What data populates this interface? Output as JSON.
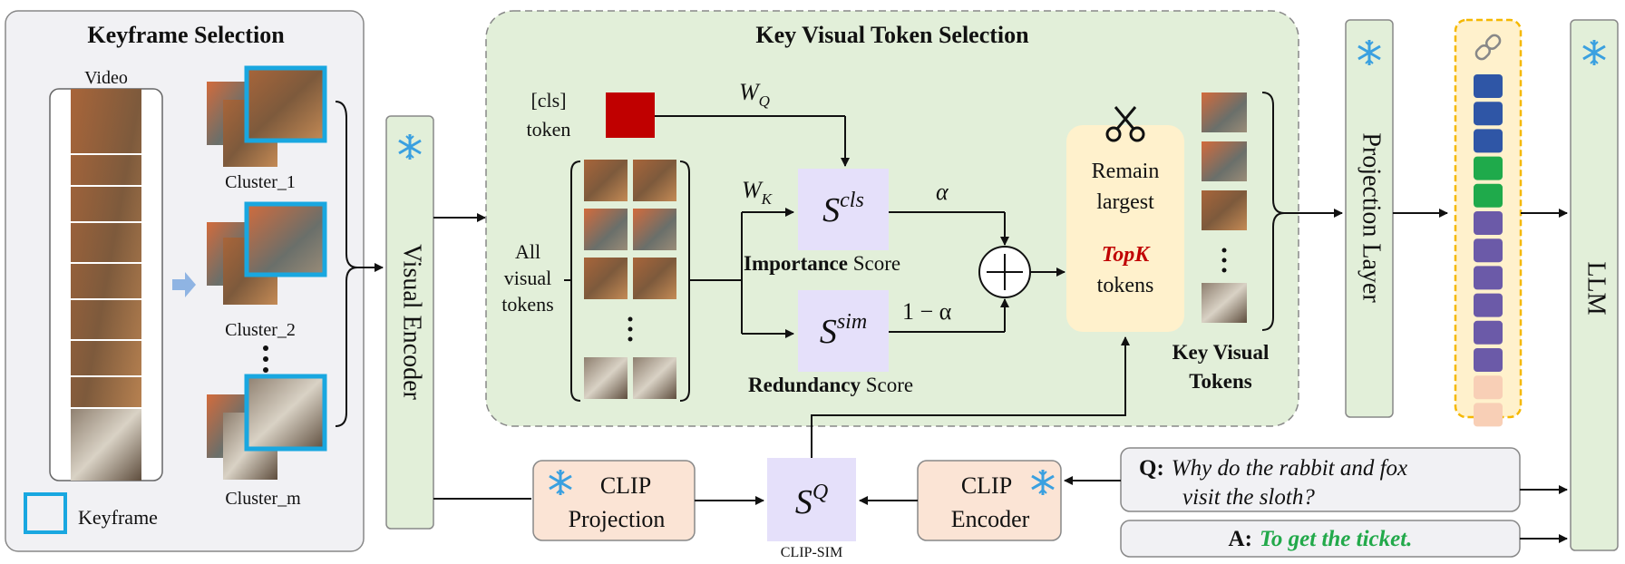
{
  "keyframe_selection": {
    "title": "Keyframe Selection",
    "video_label": "Video",
    "clusters": [
      "Cluster_1",
      "Cluster_2",
      "Cluster_m"
    ],
    "legend_label": "Keyframe",
    "arrow_icon": "right-arrow-icon"
  },
  "visual_encoder": {
    "label": "Visual Encoder",
    "icon": "snowflake-icon"
  },
  "token_selection": {
    "title": "Key Visual Token Selection",
    "cls_label_1": "[cls]",
    "cls_label_2": "token",
    "wq_base": "W",
    "wq_sub": "Q",
    "wk_base": "W",
    "wk_sub": "K",
    "all_tokens": [
      "All",
      "visual",
      "tokens"
    ],
    "s_cls_base": "S",
    "s_cls_sup": "cls",
    "s_sim_base": "S",
    "s_sim_sup": "sim",
    "alpha": "α",
    "one_minus_alpha": "1 − α",
    "importance_bold": "Importance",
    "importance_rest": " Score",
    "redundancy_bold": "Redundancy",
    "redundancy_rest": " Score",
    "remain_1": "Remain",
    "remain_2": "largest",
    "topk": "TopK",
    "remain_3": "tokens",
    "key_visual_1": "Key Visual",
    "key_visual_2": "Tokens",
    "scissors_icon": "scissors-icon"
  },
  "projection_layer": {
    "label": "Projection Layer"
  },
  "llm": {
    "label": "LLM"
  },
  "token_stack": {
    "link_icon": "link-icon",
    "colors": [
      "#2f56a6",
      "#2f56a6",
      "#2f56a6",
      "#1faa4b",
      "#1faa4b",
      "#6b5aa8",
      "#6b5aa8",
      "#6b5aa8",
      "#6b5aa8",
      "#6b5aa8",
      "#6b5aa8",
      "#f8cfb6",
      "#f8cfb6"
    ]
  },
  "clip_projection": {
    "line1": "CLIP",
    "line2": "Projection"
  },
  "clip_encoder": {
    "line1": "CLIP",
    "line2": "Encoder"
  },
  "clip_sim": {
    "base": "S",
    "sup": "Q",
    "caption": "CLIP-SIM"
  },
  "question": {
    "prefix": "Q:",
    "line1": "Why do the rabbit and fox",
    "line2": "visit the sloth?"
  },
  "answer": {
    "prefix": "A:",
    "text": "To get the ticket."
  },
  "colors": {
    "green_panel": "#e2efd9",
    "gray_panel": "#f1f1f4",
    "lavender": "#e5e0fa",
    "peach": "#fbe4d5",
    "cls_red": "#c00000",
    "keyframe_blue": "#19a7e0",
    "answer_green": "#22a94a",
    "topk_red": "#c00000",
    "stack_border": "#f5b800",
    "snowflake": "#3aa0e0"
  }
}
